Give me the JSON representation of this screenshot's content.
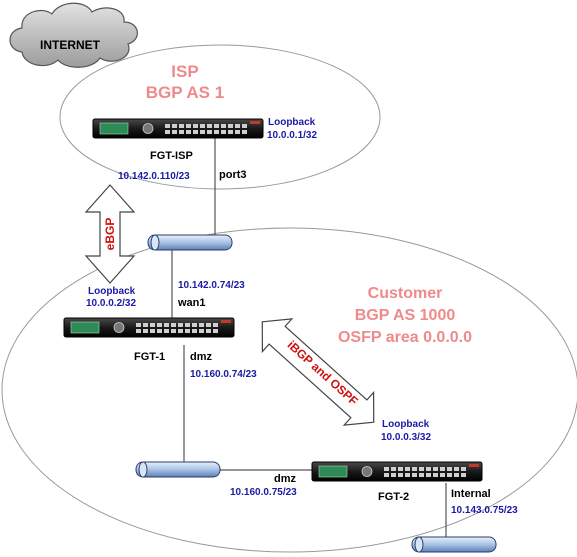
{
  "colors": {
    "zone_text": "#f08a8a",
    "ip_text": "#1a1aa6",
    "device_label": "#000000",
    "session_label": "#d01010",
    "device_body": "#1e1e1e",
    "device_screen": "#2e8b57",
    "segment_fill": "#b9d0ee"
  },
  "cloud": {
    "label": "INTERNET",
    "icon": "cloud-icon"
  },
  "zones": {
    "isp": {
      "line1": "ISP",
      "line2": "BGP AS 1"
    },
    "customer": {
      "line1": "Customer",
      "line2": "BGP AS 1000",
      "line3": "OSFP area 0.0.0.0"
    }
  },
  "devices": {
    "fgt_isp": {
      "name": "FGT-ISP",
      "loopback_label": "Loopback",
      "loopback_ip": "10.0.0.1/32",
      "port_label": "port3",
      "port_ip": "10.142.0.110/23"
    },
    "fgt1": {
      "name": "FGT-1",
      "loopback_label": "Loopback",
      "loopback_ip": "10.0.0.2/32",
      "wan_label": "wan1",
      "wan_ip": "10.142.0.74/23",
      "dmz_label": "dmz",
      "dmz_ip": "10.160.0.74/23"
    },
    "fgt2": {
      "name": "FGT-2",
      "loopback_label": "Loopback",
      "loopback_ip": "10.0.0.3/32",
      "dmz_label": "dmz",
      "dmz_ip": "10.160.0.75/23",
      "internal_label": "Internal",
      "internal_ip": "10.143.0.75/23"
    }
  },
  "sessions": {
    "ebgp": {
      "label": "eBGP"
    },
    "ibgp_ospf": {
      "label": "iBGP and OSPF"
    }
  }
}
